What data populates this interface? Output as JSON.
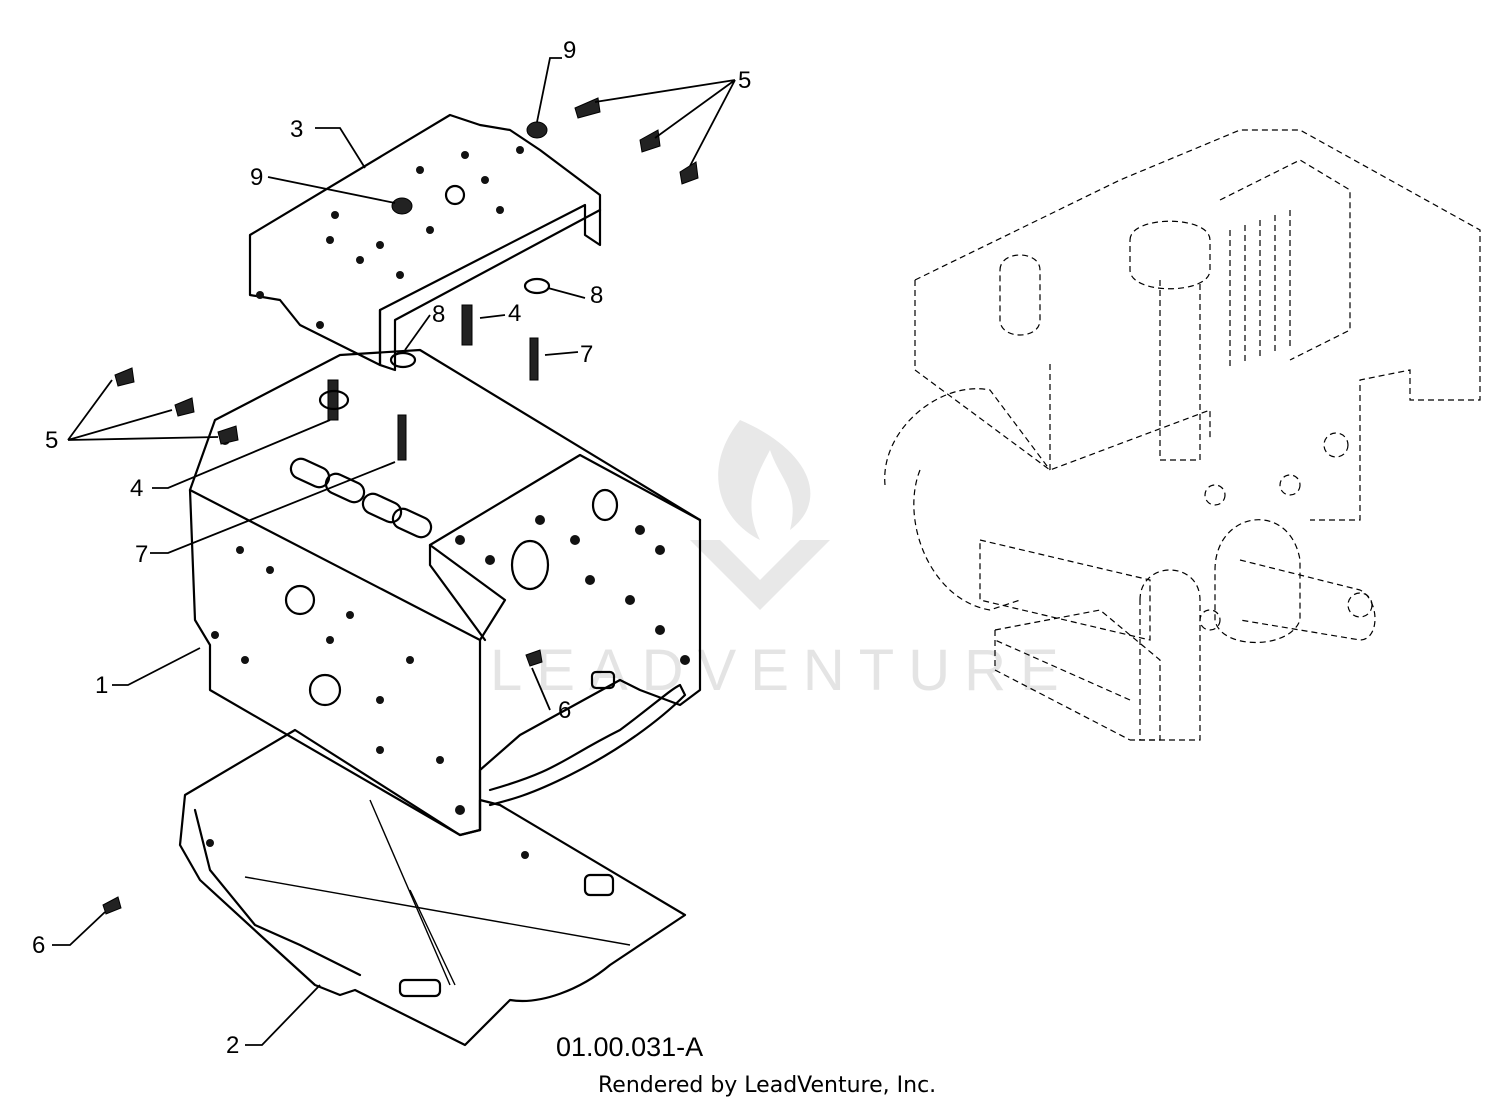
{
  "watermark": {
    "text": "LEADVENTURE"
  },
  "figure_code": "01.00.031-A",
  "render_credit": "Rendered by LeadVenture, Inc.",
  "callouts": [
    "9",
    "5",
    "3",
    "9",
    "8",
    "4",
    "8",
    "7",
    "5",
    "4",
    "7",
    "1",
    "6",
    "6",
    "2"
  ]
}
